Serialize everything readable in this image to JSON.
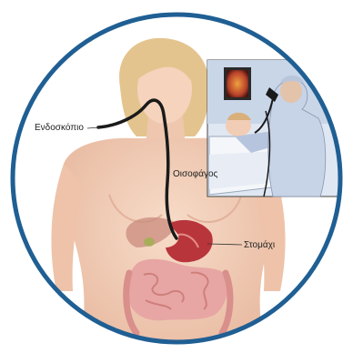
{
  "labels": {
    "endoscope": "Ενδοσκόπιο",
    "esophagus": "Οισοφάγος",
    "stomach": "Στομάχι"
  },
  "colors": {
    "ring": "#1f5f93",
    "skin": "#f3cfb8",
    "skin_shadow": "#e2b29a",
    "hair": "#e4c48e",
    "organ_red": "#b8353b",
    "organ_pink": "#e89a96",
    "intestine": "#e7a6a3",
    "liver": "#c98b7d",
    "tube": "#1a1a1a",
    "inset_bg": "#dfe7f2",
    "gown": "#c7d3e6"
  }
}
